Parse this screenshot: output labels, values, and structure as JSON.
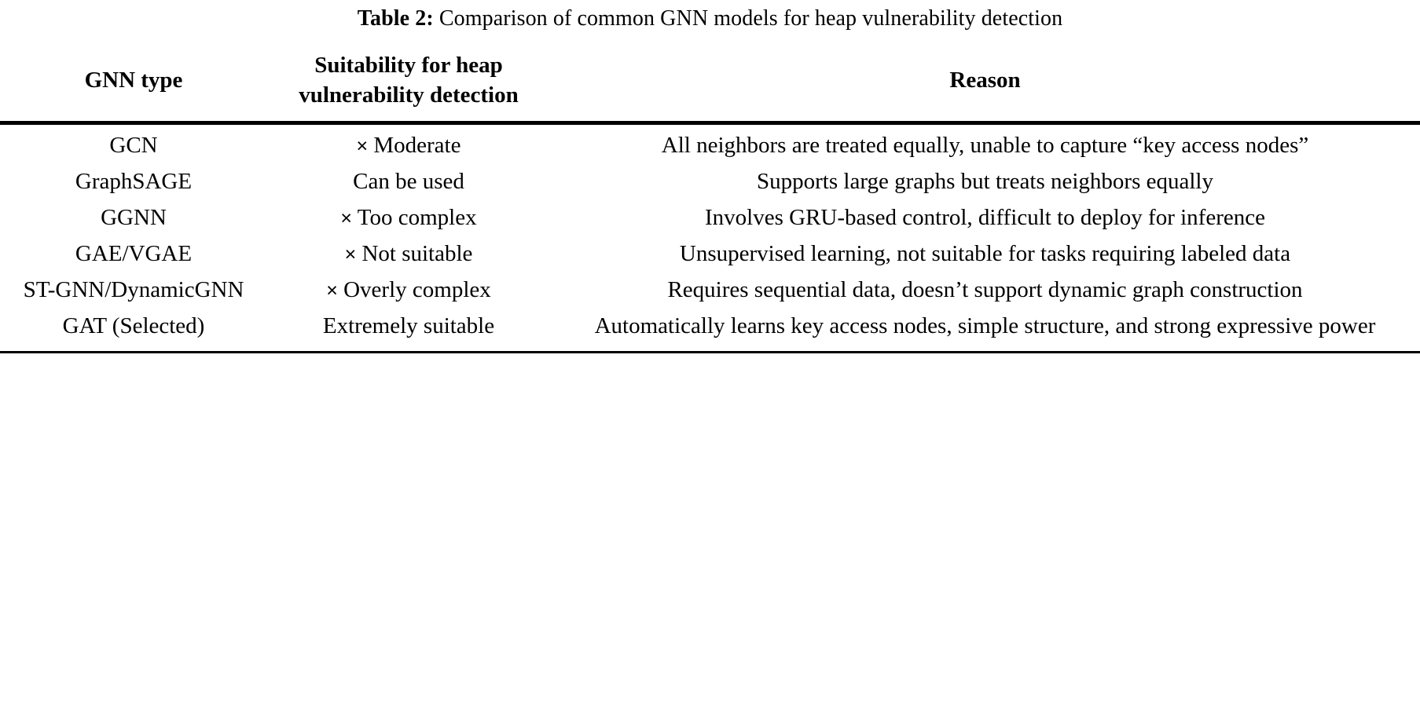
{
  "caption": {
    "label": "Table 2:",
    "text": "Comparison of common GNN models for heap vulnerability detection"
  },
  "table": {
    "headers": {
      "gnn_type": "GNN type",
      "suitability": "Suitability for heap vulnerability detection",
      "reason": "Reason"
    },
    "rows": [
      {
        "gnn_type": "GCN",
        "mark": "×",
        "suitability": "Moderate",
        "reason": "All neighbors are treated equally, unable to capture “key access nodes”"
      },
      {
        "gnn_type": "GraphSAGE",
        "mark": "",
        "suitability": "Can be used",
        "reason": "Supports large graphs but treats neighbors equally"
      },
      {
        "gnn_type": "GGNN",
        "mark": "×",
        "suitability": "Too complex",
        "reason": "Involves GRU-based control, difficult to deploy for inference"
      },
      {
        "gnn_type": "GAE/VGAE",
        "mark": "×",
        "suitability": "Not suitable",
        "reason": "Unsupervised learning, not suitable for tasks requiring labeled data"
      },
      {
        "gnn_type": "ST-GNN/DynamicGNN",
        "mark": "×",
        "suitability": "Overly complex",
        "reason": "Requires sequential data, doesn’t support dynamic graph construction"
      },
      {
        "gnn_type": "GAT (Selected)",
        "mark": "",
        "suitability": "Extremely suitable",
        "reason": "Automatically learns key access nodes, simple structure, and strong expressive power"
      }
    ]
  },
  "colors": {
    "text": "#000000",
    "background": "#ffffff",
    "rule": "#000000"
  }
}
